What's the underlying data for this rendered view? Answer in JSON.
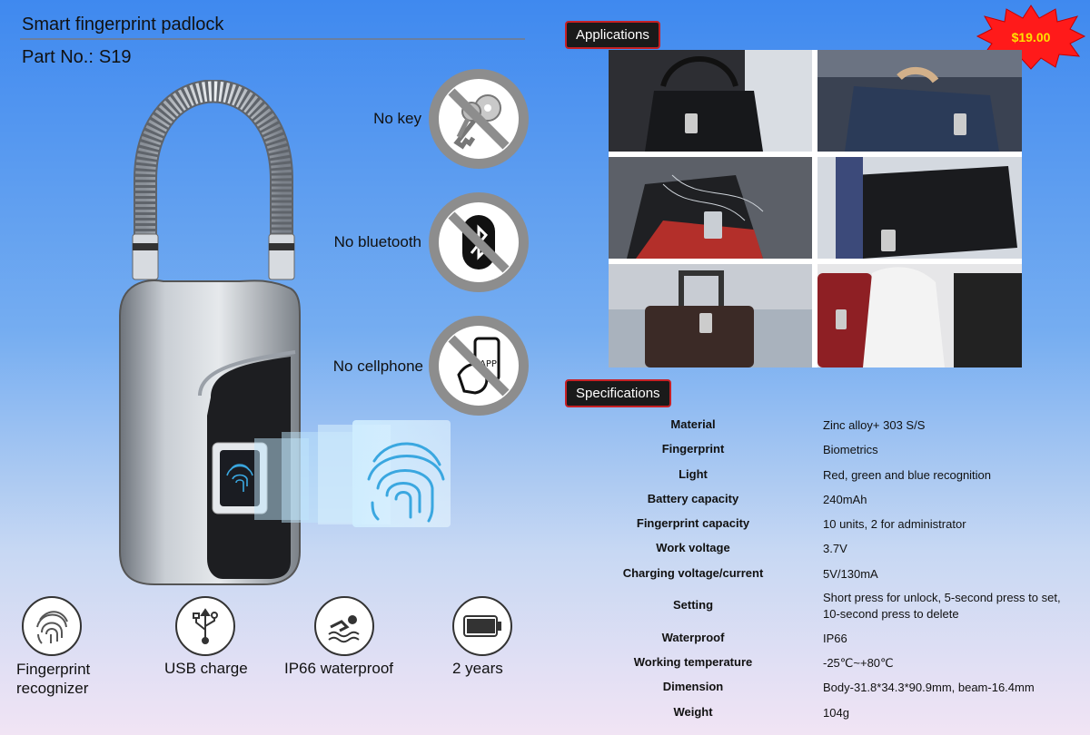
{
  "header": {
    "title": "Smart fingerprint padlock",
    "part_label": "Part No.:",
    "part_value": "S19"
  },
  "price": "$19.00",
  "no_features": [
    {
      "label": "No key",
      "icon": "key-icon"
    },
    {
      "label": "No bluetooth",
      "icon": "bluetooth-icon"
    },
    {
      "label": "No cellphone",
      "icon": "cellphone-app-icon"
    }
  ],
  "bottom_features": [
    {
      "label": "Fingerprint recognizer",
      "icon": "fingerprint-icon"
    },
    {
      "label": "USB charge",
      "icon": "usb-icon"
    },
    {
      "label": "IP66 waterproof",
      "icon": "swimmer-icon"
    },
    {
      "label": "2 years",
      "icon": "battery-icon"
    }
  ],
  "sections": {
    "applications": "Applications",
    "specifications": "Specifications"
  },
  "specifications": [
    {
      "key": "Material",
      "value": "Zinc alloy+ 303 S/S"
    },
    {
      "key": "Fingerprint",
      "value": "Biometrics"
    },
    {
      "key": "Light",
      "value": "Red, green and blue recognition"
    },
    {
      "key": "Battery capacity",
      "value": "240mAh"
    },
    {
      "key": "Fingerprint capacity",
      "value": "10 units, 2 for administrator"
    },
    {
      "key": "Work voltage",
      "value": "3.7V"
    },
    {
      "key": "Charging voltage/current",
      "value": "5V/130mA"
    },
    {
      "key": "Setting",
      "value": "Short press for unlock, 5-second press to set, 10-second press to delete"
    },
    {
      "key": "Waterproof",
      "value": "IP66"
    },
    {
      "key": "Working temperature",
      "value": "-25℃~+80℃"
    },
    {
      "key": "Dimension",
      "value": "Body-31.8*34.3*90.9mm, beam-16.4mm"
    },
    {
      "key": "Weight",
      "value": "104g"
    }
  ],
  "colors": {
    "tag_border": "#c62025",
    "price_star": "#ff1a1a",
    "price_text": "#ffe100",
    "fingerprint_blue": "#3aa7e0"
  }
}
